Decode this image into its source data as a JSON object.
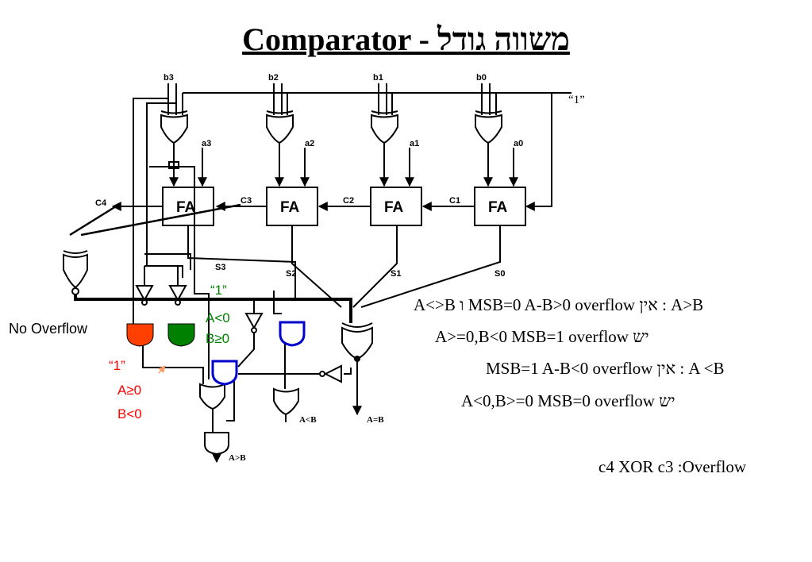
{
  "title": "Comparator - משווה גודל",
  "diagram": {
    "inputs_b": [
      "b3",
      "b2",
      "b1",
      "b0"
    ],
    "inputs_a": [
      "a3",
      "a2",
      "a1",
      "a0"
    ],
    "one_input": "“1”",
    "adder_label": "FA",
    "carries": [
      "C4",
      "C3",
      "C2",
      "C1"
    ],
    "sums": [
      "S3",
      "S2",
      "S1",
      "S0"
    ],
    "outputs": [
      "A>B",
      "A<B",
      "A=B"
    ],
    "green_one": "“1”",
    "green_a": "A<0",
    "green_b": "B≥0",
    "red_one": "“1”",
    "red_a": "A≥0",
    "red_b": "B<0",
    "no_overflow": "No Overflow",
    "colors": {
      "red_gate": "#ff4000",
      "green_gate": "#008000",
      "blue_gate": "#0000cc",
      "green_text": "#008000",
      "red_text": "#ff0000",
      "arrow": "#ff9966"
    }
  },
  "notes": [
    "A<>B ו MSB=0  A-B>0 overflow  אין : A>B",
    "A>=0,B<0   MSB=1  overflow  יש",
    "MSB=1 A-B<0  overflow אין : A <B",
    "A<0,B>=0 MSB=0 overflow יש",
    "c4 XOR c3 :Overflow"
  ]
}
